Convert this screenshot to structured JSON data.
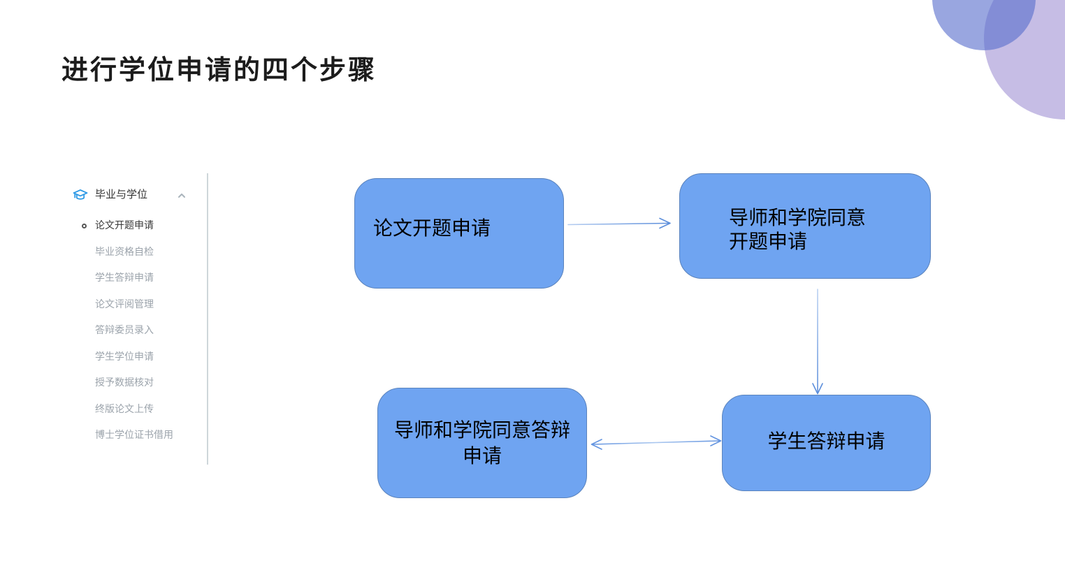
{
  "page": {
    "title": "进行学位申请的四个步骤"
  },
  "sidebar": {
    "group_label": "毕业与学位",
    "group_icon": "graduation-cap-icon",
    "collapse_icon": "chevron-up-icon",
    "items": [
      {
        "label": "论文开题申请",
        "active": true
      },
      {
        "label": "毕业资格自检",
        "active": false
      },
      {
        "label": "学生答辩申请",
        "active": false
      },
      {
        "label": "论文评阅管理",
        "active": false
      },
      {
        "label": "答辩委员录入",
        "active": false
      },
      {
        "label": "学生学位申请",
        "active": false
      },
      {
        "label": "授予数据核对",
        "active": false
      },
      {
        "label": "终版论文上传",
        "active": false
      },
      {
        "label": "博士学位证书借用",
        "active": false
      }
    ]
  },
  "flowchart": {
    "nodes": [
      {
        "id": "step-1",
        "label": "论文开题申请"
      },
      {
        "id": "step-2",
        "label": "导师和学院同意\n开题申请"
      },
      {
        "id": "step-3",
        "label": "学生答辩申请"
      },
      {
        "id": "step-4",
        "label": "导师和学院同意答辩\n申请"
      }
    ],
    "edges": [
      {
        "from": "step-1",
        "to": "step-2",
        "style": "single-arrow-right"
      },
      {
        "from": "step-2",
        "to": "step-3",
        "style": "single-arrow-down"
      },
      {
        "from": "step-3",
        "to": "step-4",
        "style": "double-arrow-horizontal"
      }
    ]
  },
  "colors": {
    "node_fill": "#6FA4F1",
    "node_border": "#5A83BD",
    "arrow": "#5C8EDB",
    "sidebar_icon_accent": "#2F9AE6",
    "decor_circle_blue": "#9AA4E0",
    "decor_circle_purple": "#C6BDE5",
    "sidebar_active_text": "#383838",
    "sidebar_inactive_text": "#9BA3AB",
    "title_text": "#1C1C1C"
  }
}
